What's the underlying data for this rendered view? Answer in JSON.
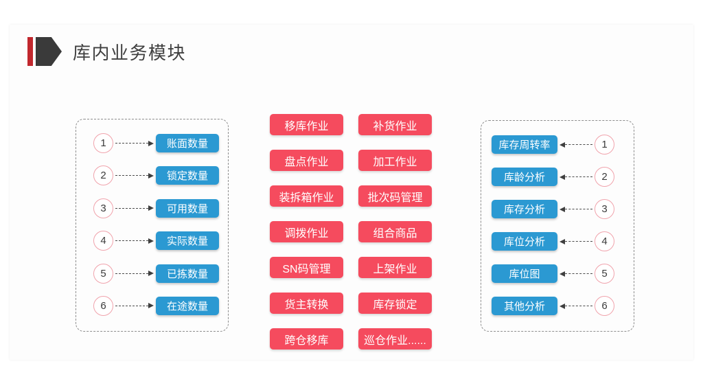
{
  "page": {
    "title": "库内业务模块"
  },
  "left_panel": {
    "items": [
      {
        "num": "1",
        "label": "账面数量"
      },
      {
        "num": "2",
        "label": "锁定数量"
      },
      {
        "num": "3",
        "label": "可用数量"
      },
      {
        "num": "4",
        "label": "实际数量"
      },
      {
        "num": "5",
        "label": "已拣数量"
      },
      {
        "num": "6",
        "label": "在途数量"
      }
    ]
  },
  "middle_panel": {
    "buttons": [
      "移库作业",
      "补货作业",
      "盘点作业",
      "加工作业",
      "装拆箱作业",
      "批次码管理",
      "调拨作业",
      "组合商品",
      "SN码管理",
      "上架作业",
      "货主转换",
      "库存锁定",
      "跨仓移库",
      "巡仓作业......"
    ]
  },
  "right_panel": {
    "items": [
      {
        "num": "1",
        "label": "库存周转率"
      },
      {
        "num": "2",
        "label": "库龄分析"
      },
      {
        "num": "3",
        "label": "库存分析"
      },
      {
        "num": "4",
        "label": "库位分析"
      },
      {
        "num": "5",
        "label": "库位图"
      },
      {
        "num": "6",
        "label": "其他分析"
      }
    ]
  },
  "colors": {
    "blue": "#2b99d2",
    "red": "#f54b5e",
    "accent_red": "#c1272d",
    "dark": "#3a3a3a",
    "circle_border": "#f0a3ac"
  }
}
